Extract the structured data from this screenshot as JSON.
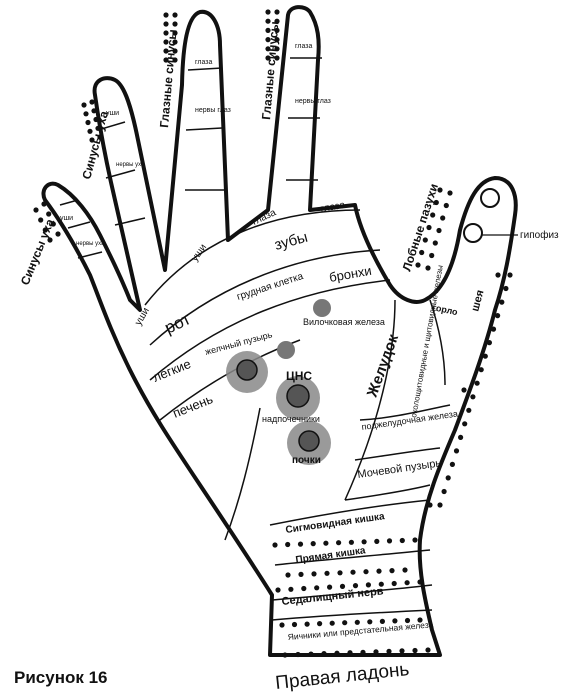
{
  "caption": "Рисунок 16",
  "palm_title": "Правая ладонь",
  "fingers": {
    "little": {
      "label": "Синусы уха",
      "zones": [
        "уши",
        "нервы уха"
      ]
    },
    "ring": {
      "label": "Синусы уха",
      "zones": [
        "уши",
        "нервы уха"
      ]
    },
    "middle": {
      "label": "Глазные синусы",
      "zones": [
        "глаза",
        "нервы глаз"
      ]
    },
    "index": {
      "label": "Глазные синусы",
      "zones": [
        "глаза",
        "нервы глаз"
      ]
    },
    "thumb": {
      "label": "Лобные пазухи",
      "zones": [
        "гипофиз",
        "шея",
        "горло"
      ]
    }
  },
  "base_labels": {
    "ushi_1": "уши",
    "ushi_2": "уши",
    "glaza_1": "глаза",
    "glaza_2": "глаза"
  },
  "bands": {
    "zuby": "зубы",
    "rot": "рот",
    "bronhi": "бронхи",
    "grudnaya_kletka": "грудная клетка",
    "legkie": "легкие",
    "pechen": "печень"
  },
  "organs": {
    "vilochkovaya": "Вилочковая железа",
    "zhelchny": "желчный пузырь",
    "cns": "ЦНС",
    "nadpochechniki": "надпочечники",
    "pochki": "почки",
    "zheludok": "Желудок",
    "okoloshchitovidnye": "околощитовидные и щитовидные железы",
    "podzheludochnaya": "поджелудочная железа",
    "mochevoy": "Мочевой пузырь"
  },
  "bottom_zones": [
    "Сигмовидная кишка",
    "Прямая кишка",
    "Седалищный нерв",
    "Яичники или предстательная железа"
  ]
}
